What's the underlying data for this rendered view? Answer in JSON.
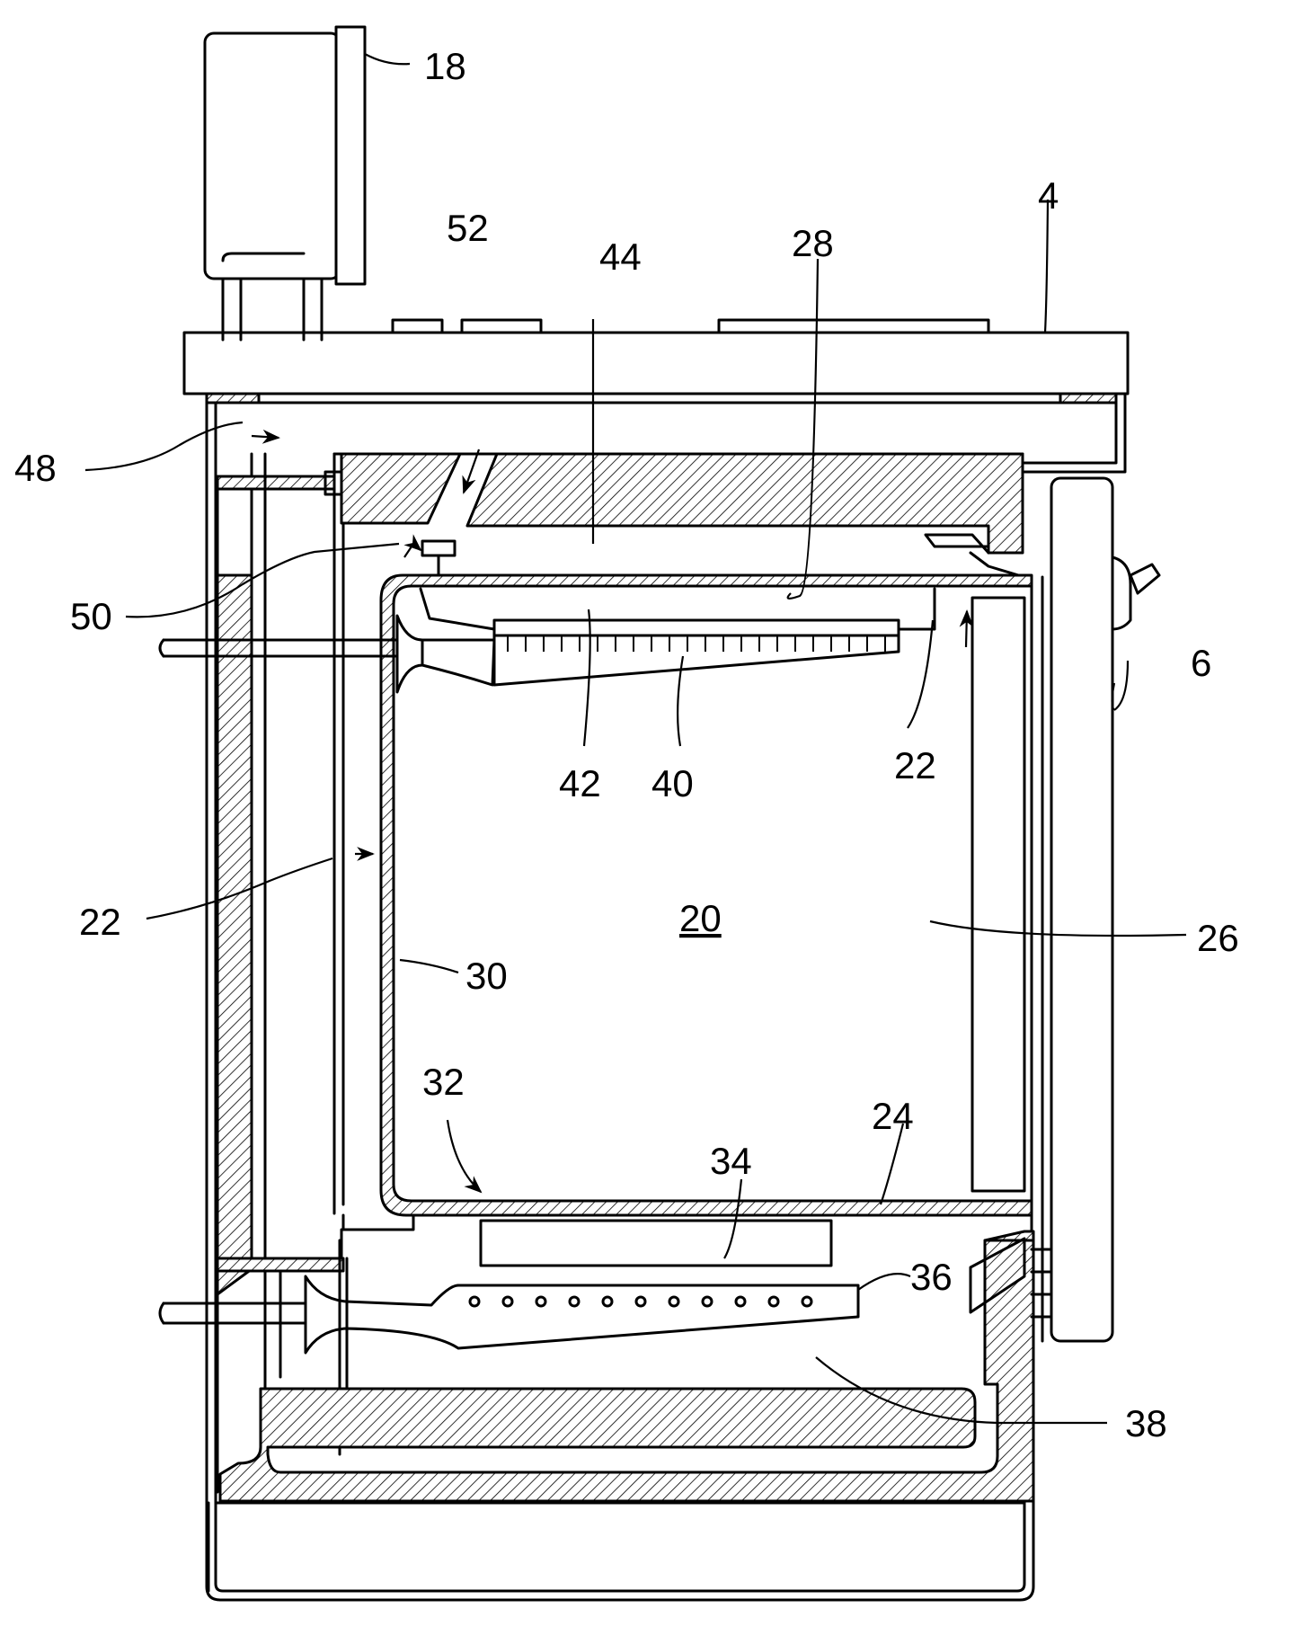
{
  "figure": {
    "labels": [
      {
        "id": "l18",
        "text": "18"
      },
      {
        "id": "l4",
        "text": "4"
      },
      {
        "id": "l52",
        "text": "52"
      },
      {
        "id": "l44",
        "text": "44"
      },
      {
        "id": "l28",
        "text": "28"
      },
      {
        "id": "l48",
        "text": "48"
      },
      {
        "id": "l50",
        "text": "50"
      },
      {
        "id": "l6",
        "text": "6"
      },
      {
        "id": "l42",
        "text": "42"
      },
      {
        "id": "l40",
        "text": "40"
      },
      {
        "id": "l22a",
        "text": "22"
      },
      {
        "id": "l22b",
        "text": "22"
      },
      {
        "id": "l20",
        "text": "20"
      },
      {
        "id": "l26",
        "text": "26"
      },
      {
        "id": "l30",
        "text": "30"
      },
      {
        "id": "l32",
        "text": "32"
      },
      {
        "id": "l24",
        "text": "24"
      },
      {
        "id": "l34",
        "text": "34"
      },
      {
        "id": "l36",
        "text": "36"
      },
      {
        "id": "l38",
        "text": "38"
      }
    ]
  }
}
